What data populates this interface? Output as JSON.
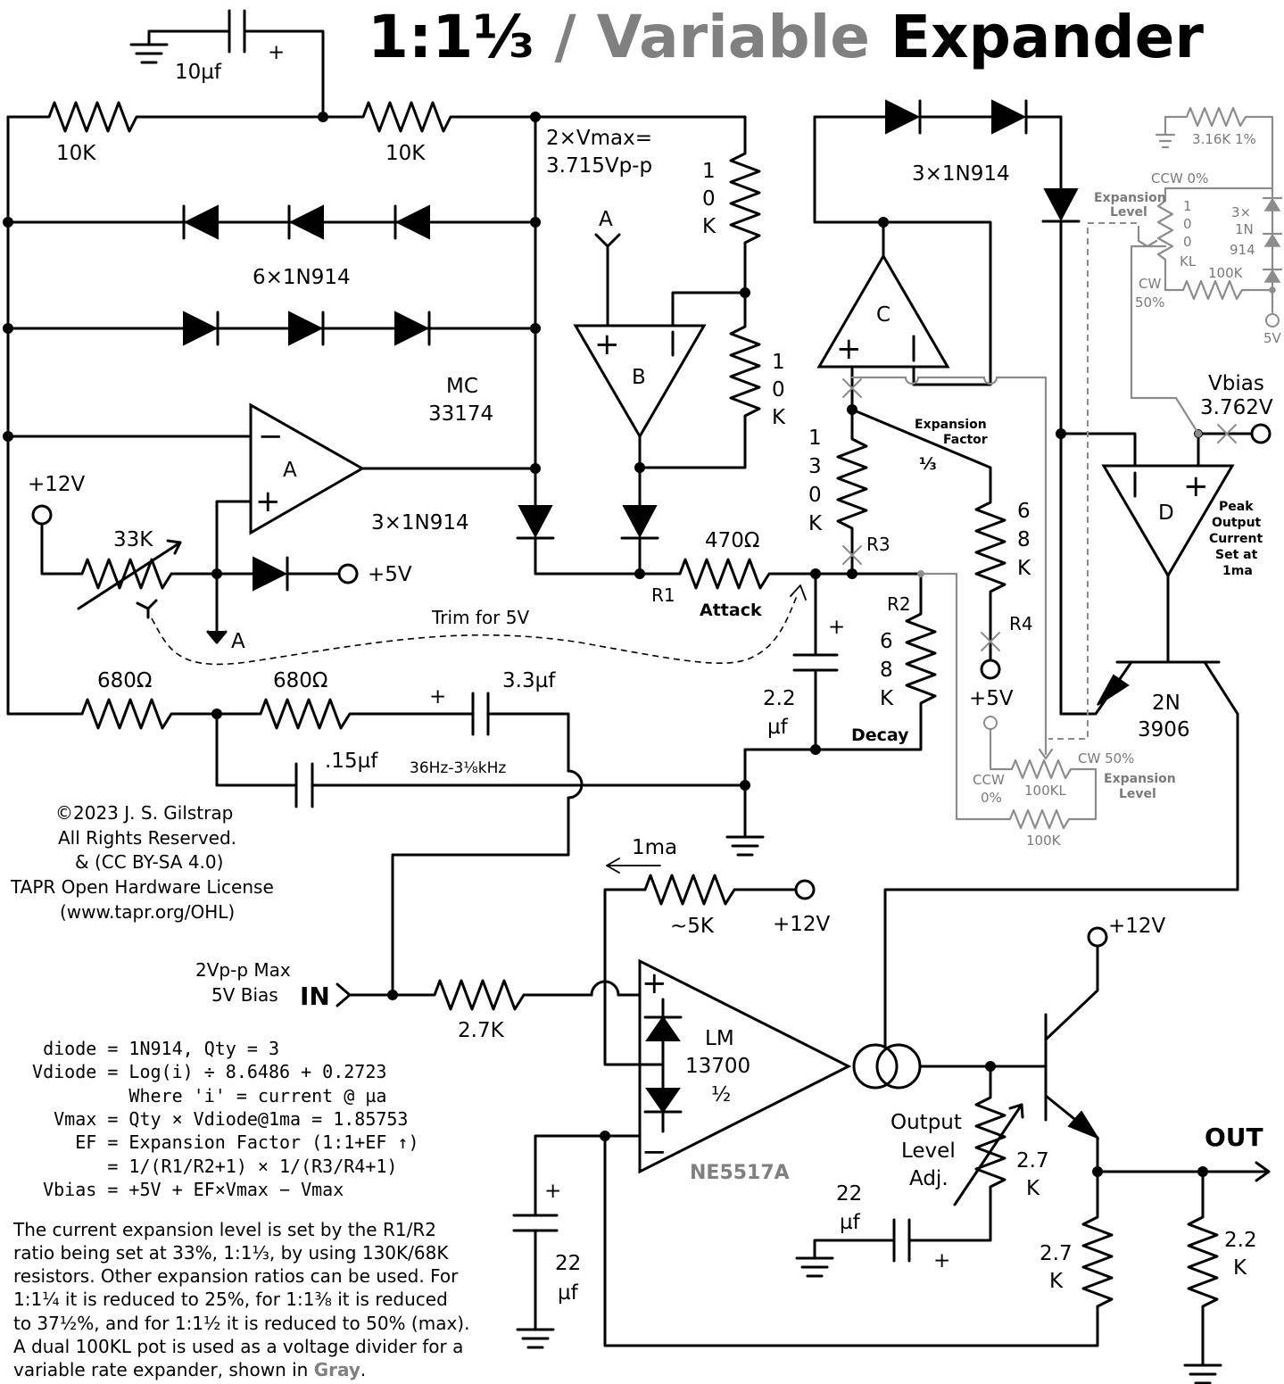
{
  "title": {
    "ratio": "1:1⅓",
    "slash": " / ",
    "variable": "Variable",
    "expander": " Expander",
    "gray_color": "#808080"
  },
  "labels": {
    "cap_10uf": "10µf",
    "r_10k_left": "10K",
    "r_10k_right": "10K",
    "vmax_line1": "2×Vmax=",
    "vmax_line2": "3.715Vp-p",
    "r_10k_top": [
      "1",
      "0",
      "K"
    ],
    "r_10k_mid": [
      "1",
      "0",
      "K"
    ],
    "diodes_6": "6×1N914",
    "diodes_3_top": "3×1N914",
    "diodes_3_mid": "3×1N914",
    "mc_line1": "MC",
    "mc_line2": "33174",
    "opamp_a": "A",
    "opamp_b": "B",
    "opamp_c": "C",
    "opamp_d": "D",
    "node_a_top": "A",
    "node_a_bottom": "A",
    "v12_left": "+12V",
    "pot_33k": "33K",
    "v5_left": "+5V",
    "r_680_left": "680Ω",
    "r_680_right": "680Ω",
    "cap_33uf": "3.3µf",
    "trim": "Trim for 5V",
    "r_470": "470Ω",
    "r1": "R1",
    "attack": "Attack",
    "r_130k": [
      "1",
      "3",
      "0",
      "K"
    ],
    "r3": "R3",
    "expansion_factor_1": "Expansion",
    "expansion_factor_2": "Factor",
    "one_third": "⅓",
    "r_68k_a": [
      "6",
      "8",
      "K"
    ],
    "r4": "R4",
    "v5_r4": "+5V",
    "r2": "R2",
    "r_68k_b": [
      "6",
      "8",
      "K"
    ],
    "decay": "Decay",
    "cap_22uf_a": [
      "2.2",
      "µf"
    ],
    "cap_015uf": ".15µf",
    "freq": "36Hz-3⅛kHz",
    "vbias_1": "Vbias",
    "vbias_2": "3.762V",
    "peak_output": [
      "Peak",
      "Output",
      "Current",
      "Set at",
      "1ma"
    ],
    "transistor_2n": [
      "2N",
      "3906"
    ],
    "cur_1ma": "1ma",
    "r_5k": "~5K",
    "v12_mid": "+12V",
    "v12_right": "+12V",
    "in_desc_1": "2Vp-p Max",
    "in_desc_2": "5V Bias",
    "in": "IN",
    "r_27k_in": "2.7K",
    "lm_1": "LM",
    "lm_2": "13700",
    "lm_3": "½",
    "ne5517": "NE5517A",
    "output_level": [
      "Output",
      "Level",
      "Adj."
    ],
    "pot_27k": [
      "2.7",
      "K"
    ],
    "cap_22uf_b": [
      "22",
      "µf"
    ],
    "cap_22uf_c": [
      "22",
      "µf"
    ],
    "r_27k_out": [
      "2.7",
      "K"
    ],
    "r_22k_out": [
      "2.2",
      "K"
    ],
    "out": "OUT",
    "copyright": [
      "©2023  J. S. Gilstrap",
      "All Rights Reserved.",
      "& (CC BY-SA 4.0)",
      "TAPR Open Hardware License",
      "(www.tapr.org/OHL)"
    ],
    "formulas": [
      "  diode = 1N914, Qty = 3",
      " Vdiode = Log(i) ÷ 8.6486 + 0.2723",
      "          Where 'i' = current @ µa",
      "   Vmax = Qty × Vdiode@1ma = 1.85753",
      "     EF = Expansion Factor (1:1+EF ↑)",
      "        = 1/(R1/R2+1) × 1/(R3/R4+1)",
      "  Vbias = +5V + EF×Vmax − Vmax"
    ],
    "description": [
      "The current expansion level is set by the R1/R2",
      "ratio being set at 33%, 1:1⅓, by using 130K/68K",
      "resistors. Other expansion ratios can be used. For",
      "1:1¼ it is reduced to 25%, for 1:1⅜ it is reduced",
      "to 37½%, and for 1:1½ it is reduced to 50% (max).",
      "A dual 100KL pot is used as a voltage divider for a"
    ],
    "desc_last_prefix": "variable rate expander, shown in ",
    "desc_last_gray": "Gray",
    "desc_last_suffix": "."
  },
  "gray_labels": {
    "r_316k": "3.16K 1%",
    "ccw_top": "CCW 0%",
    "exp_level_top_1": "Expansion",
    "exp_level_top_2": "Level",
    "pot_top": [
      "1",
      "0",
      "0",
      "KL"
    ],
    "diodes_gray": [
      "3×",
      "1N",
      "914"
    ],
    "r_100k_top": "100K",
    "cw_top": "CW",
    "cw_top_pct": "50%",
    "v5_gray": "5V",
    "cw_bottom": "CW  50%",
    "ccw_bottom_1": "CCW",
    "ccw_bottom_2": "0%",
    "pot_bottom": "100KL",
    "exp_level_bottom_1": "Expansion",
    "exp_level_bottom_2": "Level",
    "r_100k_bottom": "100K"
  }
}
